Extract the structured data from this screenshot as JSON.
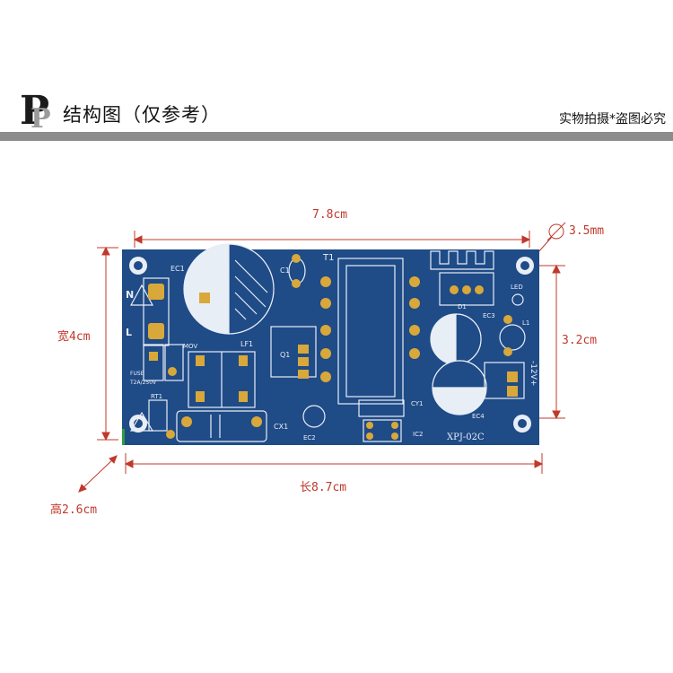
{
  "header": {
    "title": "结构图（仅参考）",
    "right_note": "实物拍摄*盗图必究"
  },
  "dimensions": {
    "top_width": "7.8cm",
    "hole_diameter": "3.5mm",
    "left_height": "宽4cm",
    "right_height": "3.2cm",
    "bottom_length": "长8.7cm",
    "depth": "高2.6cm"
  },
  "board": {
    "model": "XPJ-02C",
    "labels": {
      "ec1": "EC1",
      "c1": "C1",
      "t1": "T1",
      "n": "N",
      "l": "L",
      "fuse": "FUSE",
      "fuse_rating": "T2A/250V",
      "mov": "MOV",
      "lf1": "LF1",
      "q1": "Q1",
      "rt1": "RT1",
      "cx1": "CX1",
      "ec2": "EC2",
      "d1": "D1",
      "ec3": "EC3",
      "led": "LED",
      "l1": "L1",
      "cy1": "CY1",
      "ic2": "IC2",
      "ec4": "EC4",
      "output": "-12V+"
    }
  },
  "colors": {
    "dimension": "#c0392b",
    "board": "#1f4b87",
    "pad": "#d9a83a",
    "silk": "#e8eef6"
  }
}
